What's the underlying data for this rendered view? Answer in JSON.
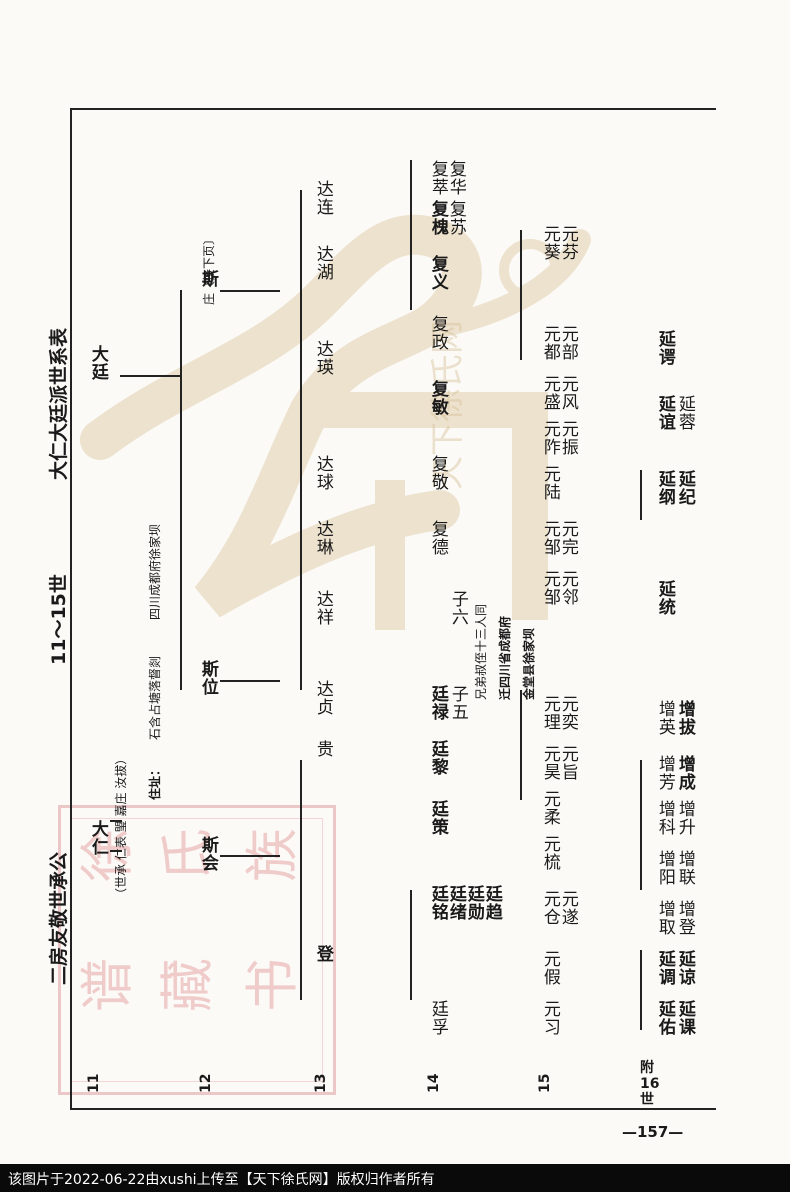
{
  "document": {
    "header_left": "二房友敬世承公",
    "header_middle": "11～15世",
    "header_right": "大仁大廷派世系表",
    "lineage_note": "（世承 仁表 琞 嘉庄 汝拔）",
    "residence_label": "住址：",
    "residence_1": "石含占塘落督剡",
    "residence_2": "四川成都府徐家坝",
    "continue_note": "庄〔接下页〕",
    "relocation_note_1": "兄弟叔侄十三人同",
    "relocation_note_2": "迁四川省成都府",
    "relocation_note_3": "金堂县徐家坝",
    "page_number": "—157—"
  },
  "generations": [
    {
      "label": "11"
    },
    {
      "label": "12"
    },
    {
      "label": "13"
    },
    {
      "label": "14"
    },
    {
      "label": "15"
    },
    {
      "label": "附\n16\n世"
    }
  ],
  "names": {
    "g11_a": "大仁",
    "g11_b": "大廷",
    "g12_a": "斯会",
    "g12_b": "斯位",
    "g12_c": "斯",
    "g13_a": "登",
    "g13_b": "贵",
    "g13_c": "达贞",
    "g13_d": "达祥",
    "g13_e": "达琳",
    "g13_f": "达球",
    "g13_g": "达瑛",
    "g13_h": "达湖",
    "g13_i": "达连",
    "g14_a": "廷孚",
    "g14_b": "廷铭",
    "g14_c": "廷绪",
    "g14_d": "廷勋",
    "g14_e": "廷趋",
    "g14_f": "廷策",
    "g14_g": "廷黎",
    "g14_h": "廷禄",
    "g14_i": "子五",
    "g14_j": "子六",
    "g14_k": "复德",
    "g14_l": "复敬",
    "g14_m": "复敏",
    "g14_n": "复政",
    "g14_o": "复义",
    "g14_p": "复槐",
    "g14_q": "复苏",
    "g14_r": "复萃",
    "g14_s": "复华",
    "g15_a": "元习",
    "g15_b": "元假",
    "g15_c": "元仓",
    "g15_d": "元遂",
    "g15_e": "元梳",
    "g15_f": "元柔",
    "g15_g": "元昊",
    "g15_h": "元旨",
    "g15_i": "元理",
    "g15_j": "元奕",
    "g15_k": "元邹",
    "g15_l": "元邻",
    "g15_m": "元邹",
    "g15_n": "元完",
    "g15_o": "元陆",
    "g15_p": "元阼",
    "g15_q": "元振",
    "g15_r": "元盛",
    "g15_s": "元风",
    "g15_t": "元都",
    "g15_u": "元部",
    "g15_v": "元葵",
    "g15_w": "元芬",
    "g16_a": "延佑",
    "g16_b": "延课",
    "g16_c": "延调",
    "g16_d": "延谅",
    "g16_e": "增取",
    "g16_f": "增登",
    "g16_g": "增阳",
    "g16_h": "增联",
    "g16_i": "增科",
    "g16_j": "增升",
    "g16_k": "增芳",
    "g16_l": "增成",
    "g16_m": "增英",
    "g16_n": "增拔",
    "g16_o": "延统",
    "g16_p": "延纲",
    "g16_q": "延纪",
    "g16_r": "延谊",
    "g16_s": "延蓉",
    "g16_t": "延谔"
  },
  "watermark": {
    "seal_chars": [
      "徐",
      "氏",
      "族",
      "谱",
      "藏",
      "书"
    ],
    "site_text": "天下徐氏网"
  },
  "footer": {
    "text": "该图片于2022-06-22由xushi上传至【天下徐氏网】版权归作者所有"
  },
  "colors": {
    "ink": "#1a1a1a",
    "watermark_gold": "#dcc6a2",
    "seal_red": "#e7b7b7",
    "footer_bg": "#0a0a0a",
    "footer_text": "#ffffff"
  }
}
